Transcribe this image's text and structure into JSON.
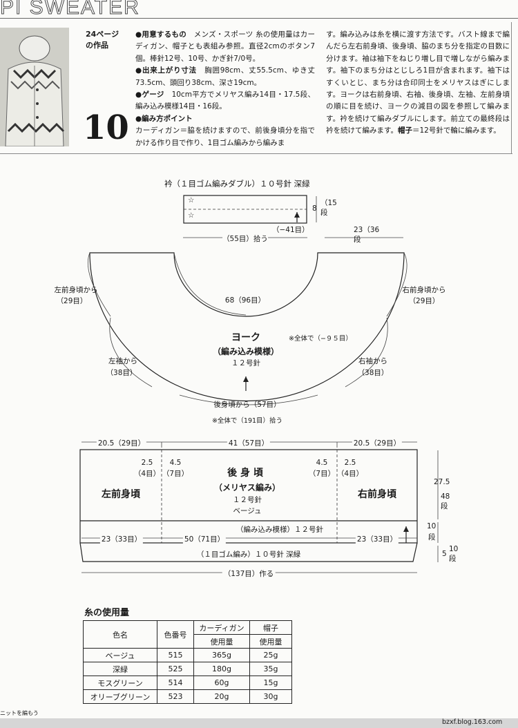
{
  "header": {
    "title": "PI SWEATER"
  },
  "intro": {
    "page_ref": "24ページ\nの作品",
    "model_number": "10",
    "col1": [
      {
        "head": "●用意するもの",
        "text": "　メンズ・スポーツ 糸の使用量はカーディガン、帽子とも表組み参照。直径2cmのボタン7個。棒針12号、10号、かぎ針7/0号。"
      },
      {
        "head": "●出来上がり寸法",
        "text": "　胸囲98cm、丈55.5cm、ゆき丈73.5cm、頭回り38cm、深さ19cm。"
      },
      {
        "head": "●ゲージ",
        "text": "　10cm平方でメリヤス編み14目・17.5段、編み込み模様14目・16段。"
      },
      {
        "head": "●編み方ポイント",
        "text": ""
      },
      {
        "head": "",
        "text": "カーディガン＝脇を続けますので、前後身頃分を指でかける作り目で作り、1目ゴム編みから編みま"
      }
    ],
    "col2": "す。編み込みは糸を横に渡す方法です。バスト線まで編んだら左右前身頃、後身頃、脇のまち分を指定の目数に分けます。袖は袖下をねじり増し目で増しながら編みます。袖下のまち分はとじしろ1目が含まれます。袖下はすくいとじ、まち分は合印同士をメリヤスはぎにします。ヨークは右前身頃、右袖、後身頃、左袖、左前身頃の順に目を続け、ヨークの減目の図を参照して編みます。衿を続けて編みダブルにします。前立ての最終段は衿を続けて編みます。",
    "col2_hat_head": "帽子",
    "col2_hat_text": "＝12号針で輪に編みます。"
  },
  "collar": {
    "title": "衿（１目ゴム編みダブル）１０号針 深緑",
    "height_cm": "8",
    "rows": "（15\n段",
    "inc": "（−41目）",
    "pick": "（55目）拾う",
    "side_rows": "23（36\n段"
  },
  "yoke": {
    "title": "ヨーク",
    "pattern": "（編み込み模様）",
    "needle": "１２号針",
    "total_dec": "※全体で（−９５目）",
    "neck": "68（96目）",
    "left_front": "左前身頃から",
    "left_front_sts": "（29目）",
    "right_front": "右前身頃から",
    "right_front_sts": "（29目）",
    "left_sleeve": "左袖から",
    "left_sleeve_sts": "（38目）",
    "right_sleeve": "右袖から",
    "right_sleeve_sts": "（38目）",
    "back": "後身頃から（57目）",
    "total_pick": "※全体で（191目）拾う"
  },
  "body": {
    "top_left": "20.5（29目）",
    "top_mid": "41（57目）",
    "top_right": "20.5（29目）",
    "m25a": "2.5",
    "m25a_sts": "（4目）",
    "m45a": "4.5",
    "m45a_sts": "（7目）",
    "m45b": "4.5",
    "m45b_sts": "（7目）",
    "m25b": "2.5",
    "m25b_sts": "（4目）",
    "left_front": "左前身頃",
    "back": "後 身 頃",
    "back_stitch": "（メリヤス編み）",
    "back_needle": "１２号針",
    "back_color": "ベージュ",
    "right_front": "右前身頃",
    "fair_isle": "（編み込み模様）１２号針",
    "bottom_left": "23（33目）",
    "bottom_mid": "50（71目）",
    "bottom_right": "23（33目）",
    "rib": "（１目ゴム編み）１０号針 深緑",
    "cast_on": "（137目）作る",
    "h1": "27.5",
    "h1_rows": "48\n段",
    "h2": "10",
    "h2_rows": "段",
    "h3": "5",
    "h3_rows": "10\n段"
  },
  "yarn": {
    "title": "糸の使用量",
    "headers": [
      "色名",
      "色番号",
      "カーディガン",
      "帽子",
      "使用量",
      "使用量"
    ],
    "rows": [
      [
        "ベージュ",
        "515",
        "365g",
        "25g"
      ],
      [
        "深緑",
        "525",
        "180g",
        "35g"
      ],
      [
        "モスグリーン",
        "514",
        "60g",
        "15g"
      ],
      [
        "オリーブグリーン",
        "523",
        "20g",
        "30g"
      ]
    ]
  },
  "footer": {
    "left": "ニットを編もう",
    "right": "bzxf.blog.163.com"
  }
}
